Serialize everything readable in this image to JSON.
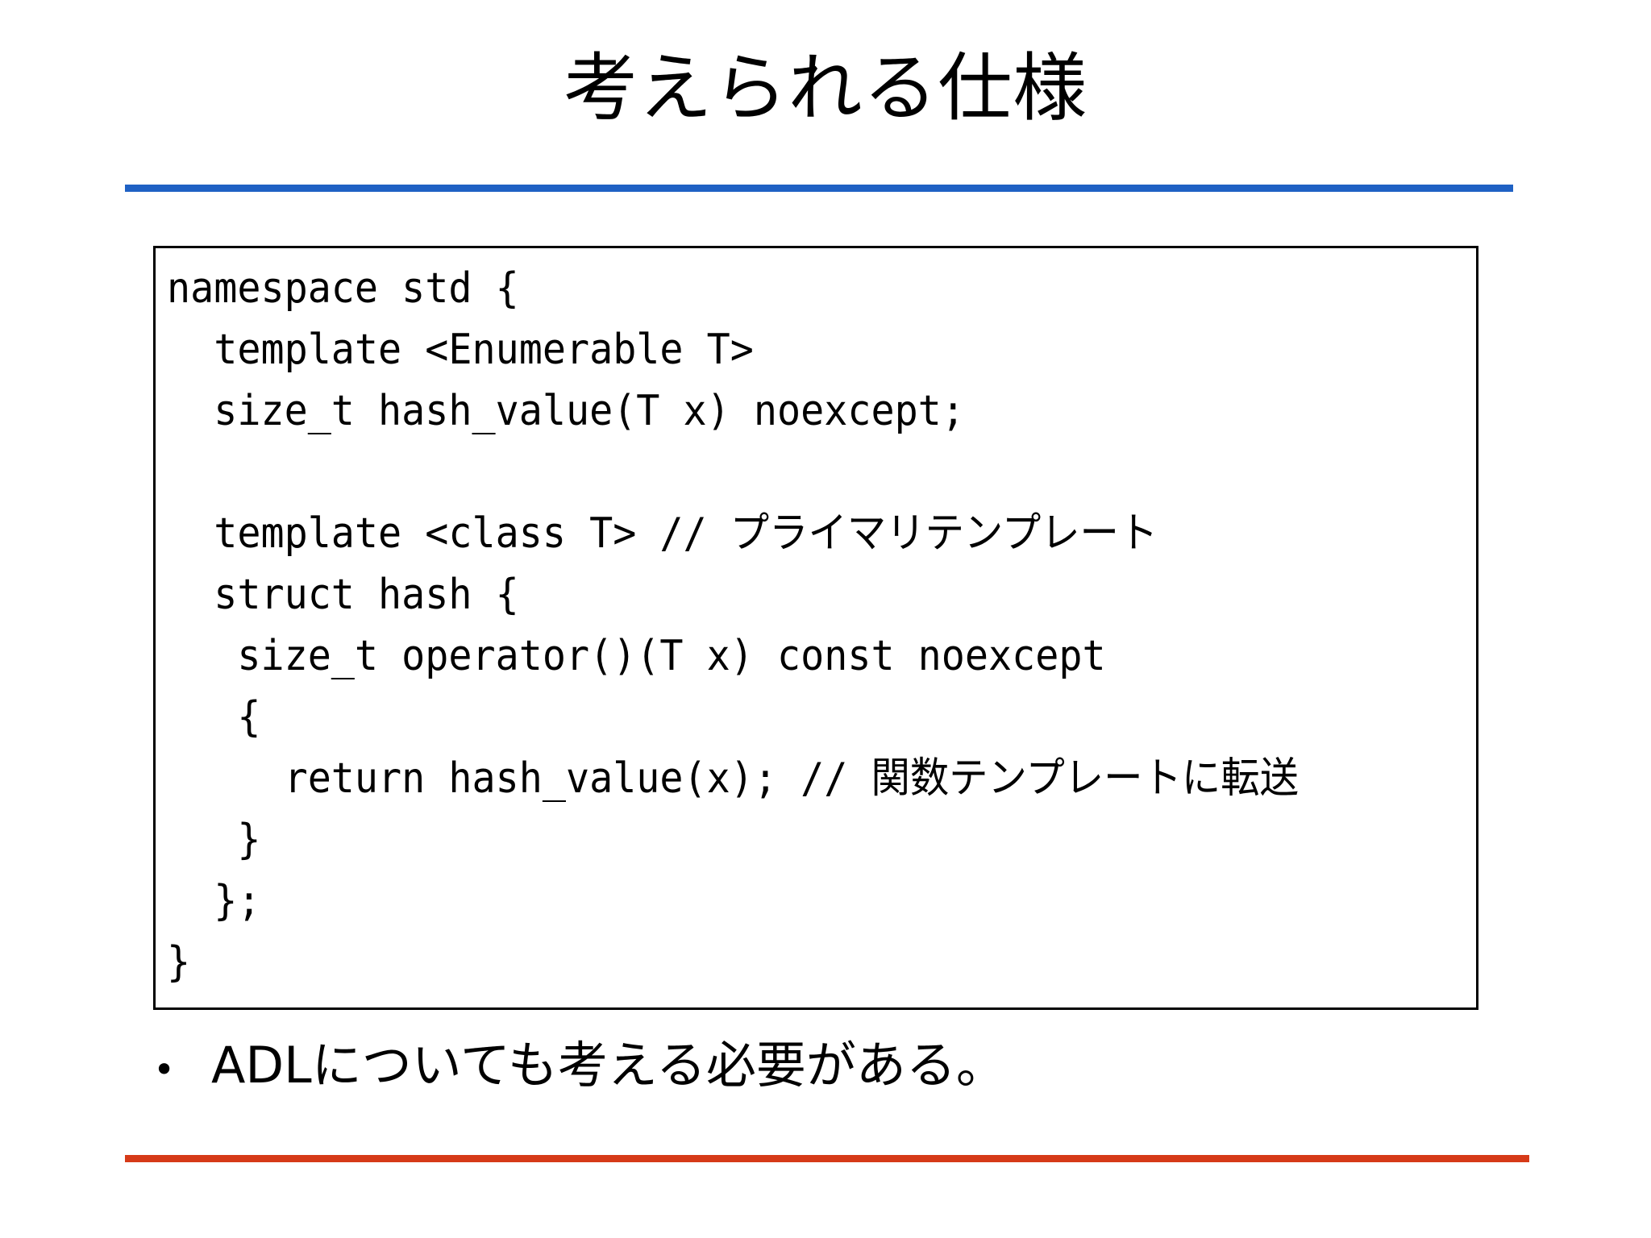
{
  "slide": {
    "title": "考えられる仕様",
    "accent_top_color": "#1f61c4",
    "accent_bottom_color": "#d63a18",
    "background_color": "#ffffff",
    "text_color": "#000000"
  },
  "code_block": {
    "language": "cpp",
    "border_color": "#000000",
    "lines": [
      "namespace std {",
      "  template <Enumerable T>",
      "  size_t hash_value(T x) noexcept;",
      "",
      "  template <class T> // プライマリテンプレート",
      "  struct hash {",
      "   size_t operator()(T x) const noexcept",
      "   {",
      "     return hash_value(x); // 関数テンプレートに転送",
      "   }",
      "  };",
      "}"
    ]
  },
  "bullets": [
    {
      "marker": "•",
      "text": "ADLについても考える必要がある。"
    }
  ]
}
